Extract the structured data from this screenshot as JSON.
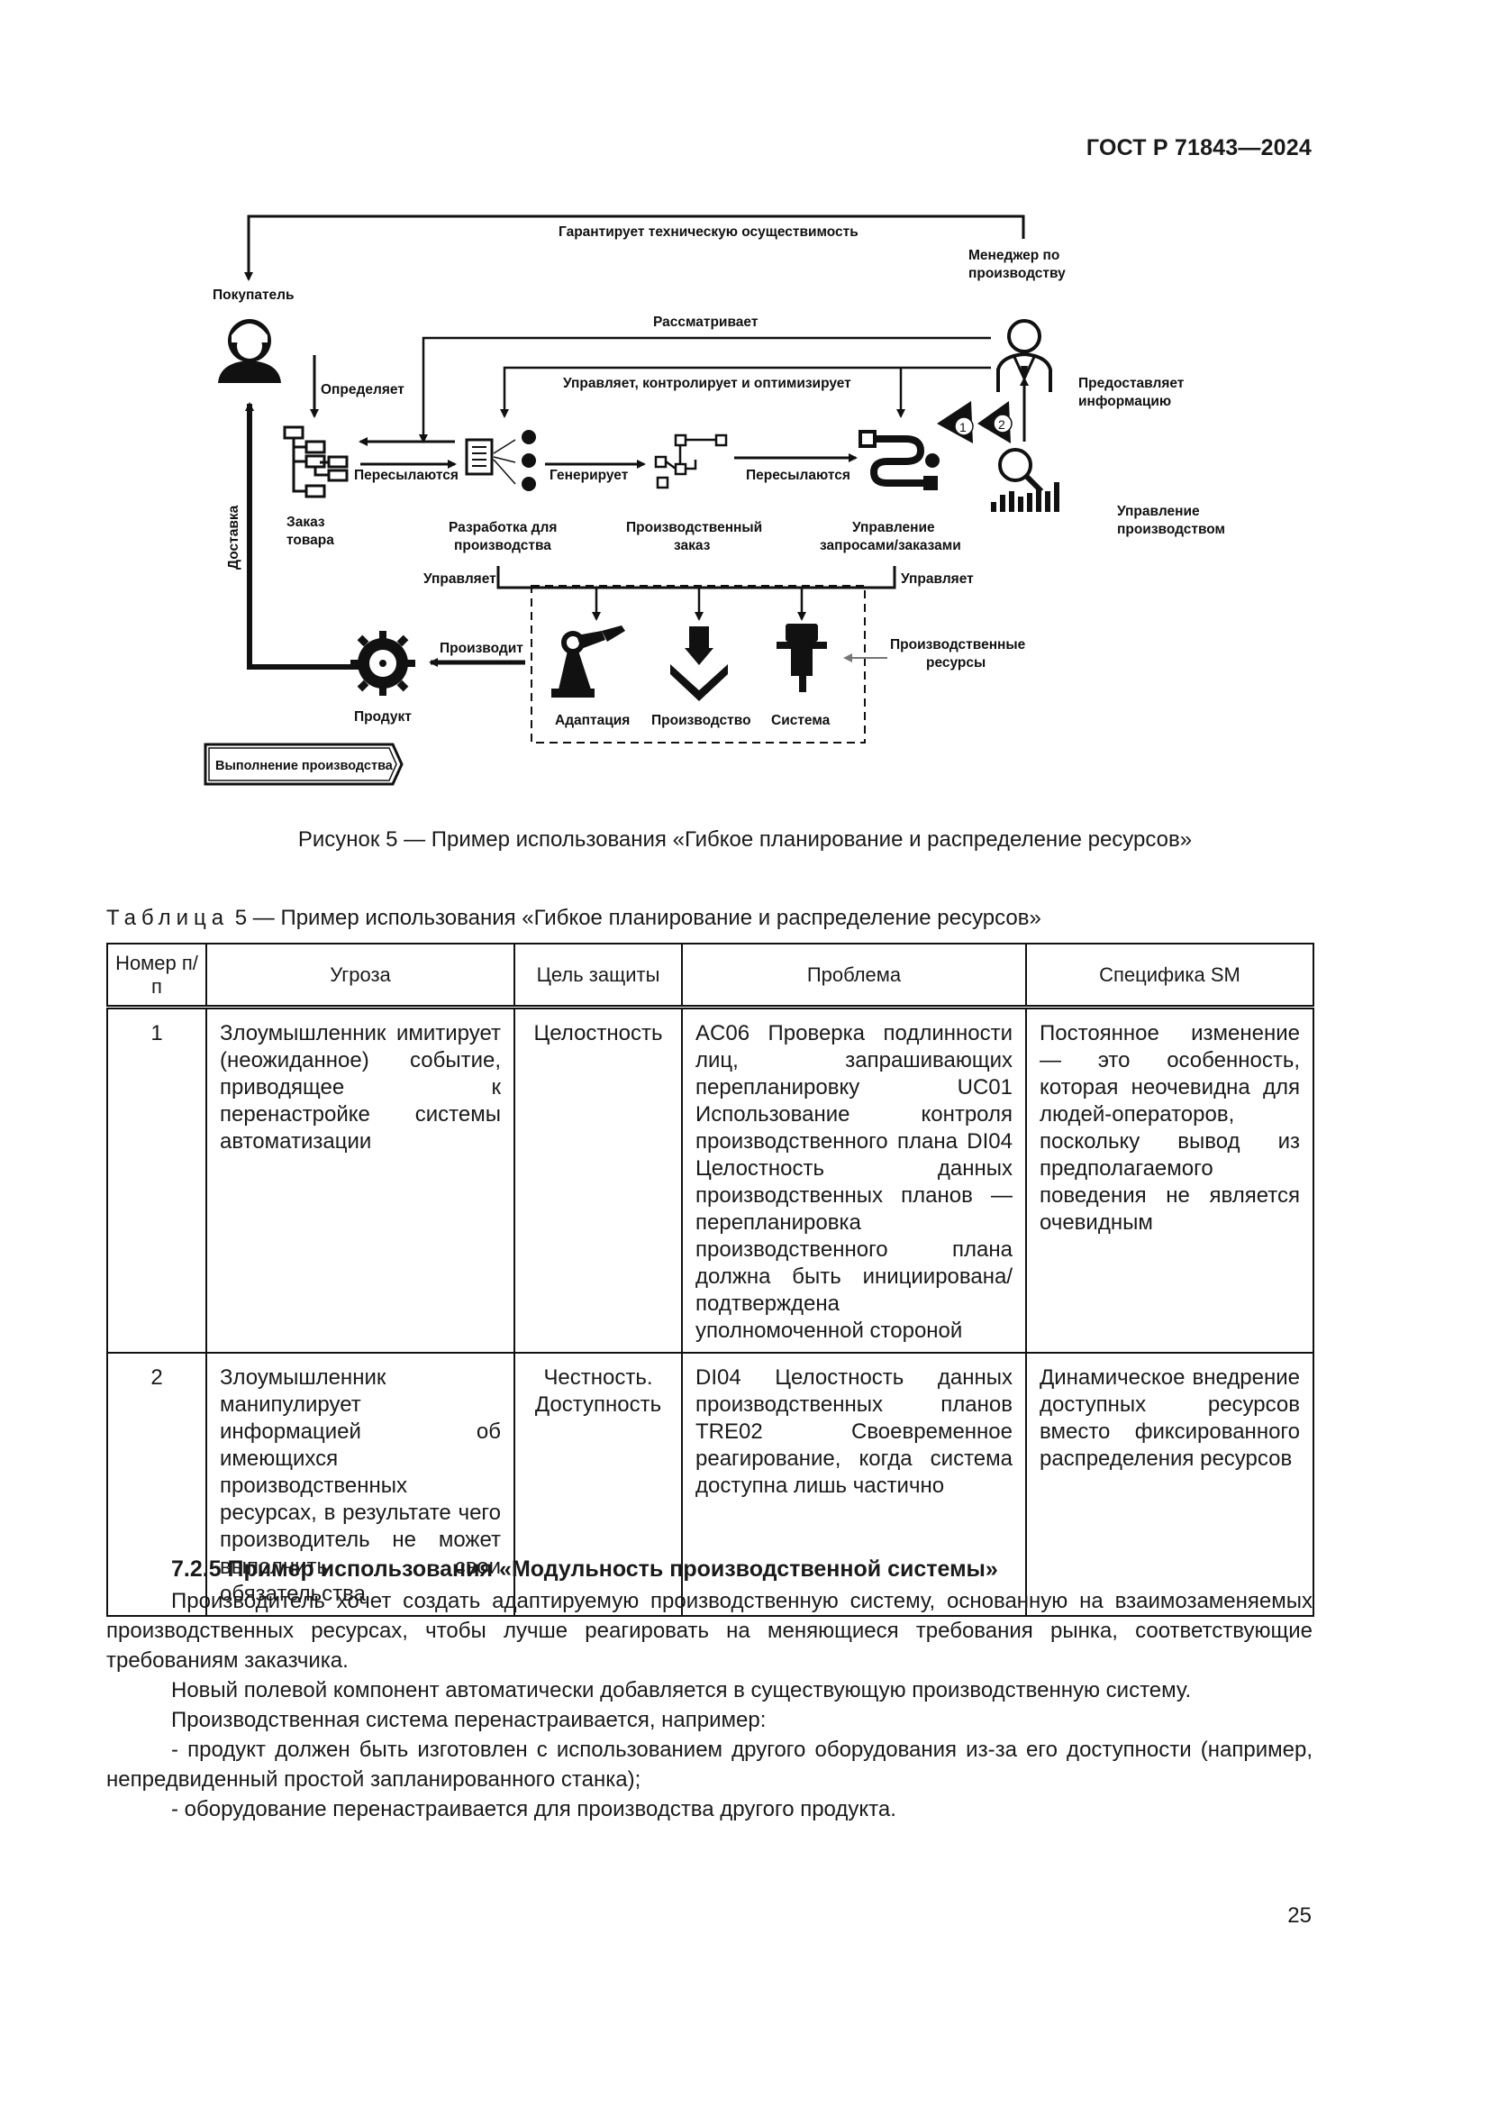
{
  "header": {
    "standard": "ГОСТ Р 71843—2024"
  },
  "figure": {
    "labels": {
      "guarantee": "Гарантирует техническую осуществимость",
      "manager": [
        "Менеджер по",
        "производству"
      ],
      "buyer": "Покупатель",
      "reviews": "Рассматривает",
      "defines": "Определяет",
      "manages_controls": "Управляет, контролирует и оптимизирует",
      "provides_info": [
        "Предоставляет",
        "информацию"
      ],
      "forwarded_1": "Пересылаются",
      "generates": "Генерирует",
      "forwarded_2": "Пересылаются",
      "order": [
        "Заказ",
        "товара"
      ],
      "dev": [
        "Разработка для",
        "производства"
      ],
      "prod_order": [
        "Производственный",
        "заказ"
      ],
      "req_mgmt": [
        "Управление",
        "запросами/заказами"
      ],
      "prod_mgmt": [
        "Управление",
        "производством"
      ],
      "delivery": "Доставка",
      "manages_left": "Управляет",
      "manages_right": "Управляет",
      "produces": "Производит",
      "resources": [
        "Производственные",
        "ресурсы"
      ],
      "product": "Продукт",
      "adaptation": "Адаптация",
      "production": "Производство",
      "system": "Система",
      "execution": "Выполнение производства",
      "badge_1": "1",
      "badge_2": "2"
    },
    "caption": "Рисунок 5 — Пример использования «Гибкое планирование и распределение ресурсов»"
  },
  "table": {
    "title_prefix": "Таблица",
    "title_rest": " 5 — Пример использования «Гибкое планирование и распределение ресурсов»",
    "headers": [
      "Номер п/п",
      "Угроза",
      "Цель защиты",
      "Проблема",
      "Специфика SM"
    ],
    "rows": [
      {
        "num": "1",
        "threat": "Злоумышленник имитирует (неожиданное) событие, приводящее к перенастройке системы автоматизации",
        "goal": "Целостность",
        "problem": "AC06 Проверка подлинности лиц, запрашивающих перепланировку UC01 Использование контроля производственного плана DI04 Целостность данных производственных планов — перепланировка производственного плана должна быть инициирована/подтверждена уполномоченной стороной",
        "sm": "Постоянное изменение — это особенность, которая неочевидна для людей-операторов, поскольку вывод из предполагаемого поведения не является очевидным"
      },
      {
        "num": "2",
        "threat": "Злоумышленник манипулирует информацией об имеющихся производственных ресурсах, в результате чего производитель не может выполнить свои обязательства",
        "goal": "Честность. Доступность",
        "problem": "DI04 Целостность данных производственных планов TRE02 Своевременное реагирование, когда система доступна лишь частично",
        "sm": "Динамическое внедрение доступных ресурсов вместо фиксированного распределения ресурсов"
      }
    ]
  },
  "section": {
    "heading": "7.2.5 Пример использования «Модульность производственной системы»",
    "paragraphs": [
      "Производитель хочет создать адаптируемую производственную систему, основанную на взаимозаменяемых производственных ресурсах, чтобы лучше реагировать на меняющиеся требования рынка, соответствующие требованиям заказчика.",
      "Новый полевой компонент автоматически добавляется в существующую производственную систему.",
      "Производственная система перенастраивается, например:",
      "- продукт должен быть изготовлен с использованием другого оборудования из-за его доступности (например, непредвиденный простой запланированного станка);",
      "- оборудование перенастраивается для производства другого продукта."
    ]
  },
  "page_number": "25"
}
